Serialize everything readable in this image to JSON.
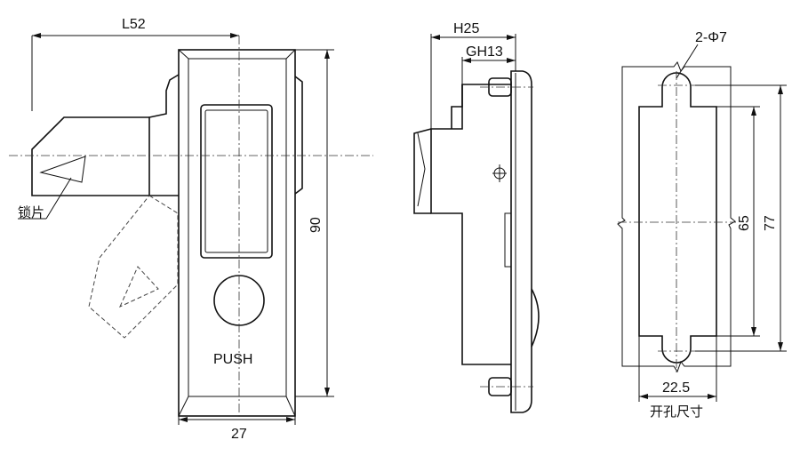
{
  "labels": {
    "l52": "L52",
    "width27": "27",
    "height90": "90",
    "push": "PUSH",
    "latch": "锁片",
    "h25": "H25",
    "gh13": "GH13",
    "holes": "2-Φ7",
    "h65": "65",
    "h77": "77",
    "w225": "22.5",
    "cutout": "开孔尺寸"
  }
}
